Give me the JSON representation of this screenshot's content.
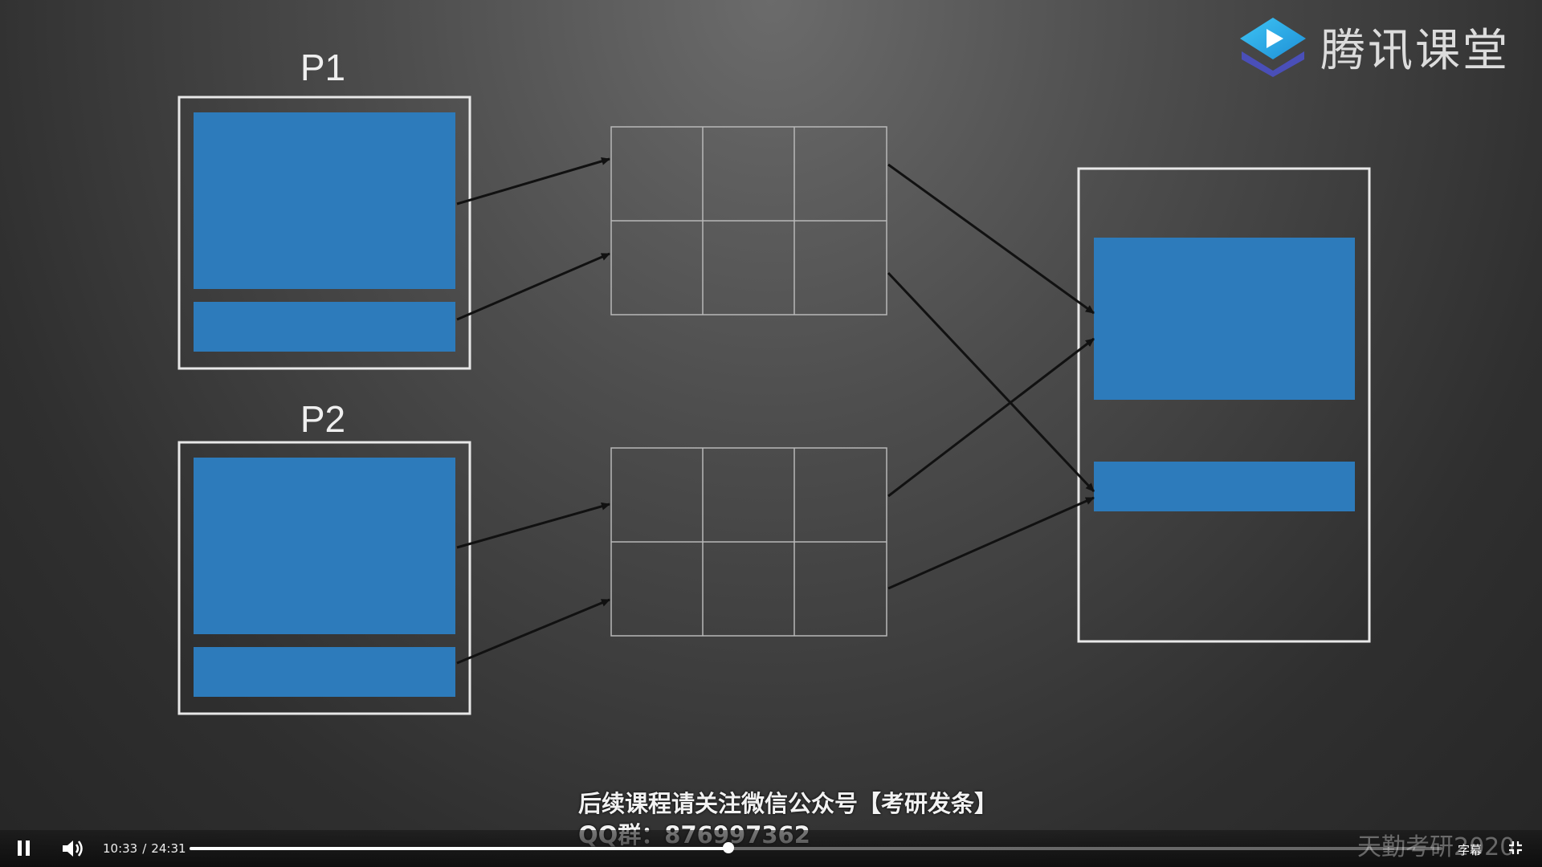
{
  "slide": {
    "labels": {
      "p1": "P1",
      "p2": "P2"
    }
  },
  "logo": {
    "text": "腾讯课堂"
  },
  "subtitles": {
    "line1": "后续课程请关注微信公众号【考研发条】",
    "line2": "QQ群：876997362"
  },
  "watermark": "天勤考研2020",
  "player": {
    "current_time": "10:33",
    "separator": "/",
    "duration": "24:31",
    "progress_fraction": 0.43,
    "subtitles_label": "字幕"
  },
  "colors": {
    "block_blue": "#2d7bbb",
    "box_border": "#e8e8e8",
    "grid_line": "#b8b8b8",
    "arrow": "#111111",
    "logo_top": "#2fb7f0",
    "logo_bottom": "#4a4fb8"
  },
  "icons": {
    "play_pause": "pause-icon",
    "volume": "volume-icon",
    "fullscreen": "exit-fullscreen-icon",
    "logo": "tencent-classroom-logo-icon"
  }
}
